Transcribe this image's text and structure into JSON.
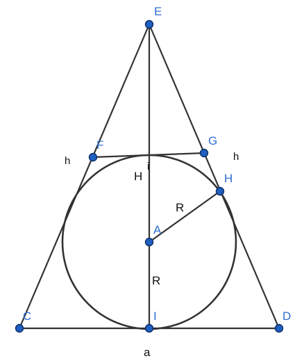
{
  "figure": {
    "points": {
      "E": "E",
      "F": "F",
      "G": "G",
      "H": "H",
      "A": "A",
      "C": "C",
      "I": "I",
      "D": "D"
    },
    "labels": {
      "h_left": "h",
      "h_right": "h",
      "H_height": "H",
      "i_small": "i",
      "R_upper": "R",
      "R_lower": "R",
      "a_base": "a"
    },
    "colors": {
      "point_fill": "#1f5fbf",
      "point_label": "#2f6fd0",
      "line": "#333333"
    }
  }
}
